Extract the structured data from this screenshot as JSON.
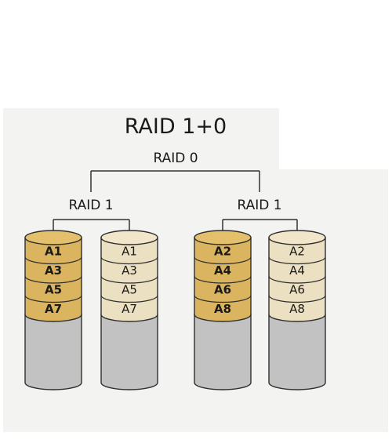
{
  "title": "RAID 1+0",
  "raid0_label": "RAID 0",
  "mirrors": [
    {
      "label": "RAID 1",
      "disks": [
        {
          "variant": "primary",
          "blocks": [
            "A1",
            "A3",
            "A5",
            "A7"
          ]
        },
        {
          "variant": "mirror",
          "blocks": [
            "A1",
            "A3",
            "A5",
            "A7"
          ]
        }
      ]
    },
    {
      "label": "RAID 1",
      "disks": [
        {
          "variant": "primary",
          "blocks": [
            "A2",
            "A4",
            "A6",
            "A8"
          ]
        },
        {
          "variant": "mirror",
          "blocks": [
            "A2",
            "A4",
            "A6",
            "A8"
          ]
        }
      ]
    }
  ],
  "colors": {
    "primary_fill": "#dbb45f",
    "primary_top": "#e4c06c",
    "mirror_fill": "#ece0c2",
    "mirror_top": "#f1e6ca",
    "disk_body": "#c2c2c2",
    "outline": "#2e2e2e",
    "connector": "#333333"
  }
}
